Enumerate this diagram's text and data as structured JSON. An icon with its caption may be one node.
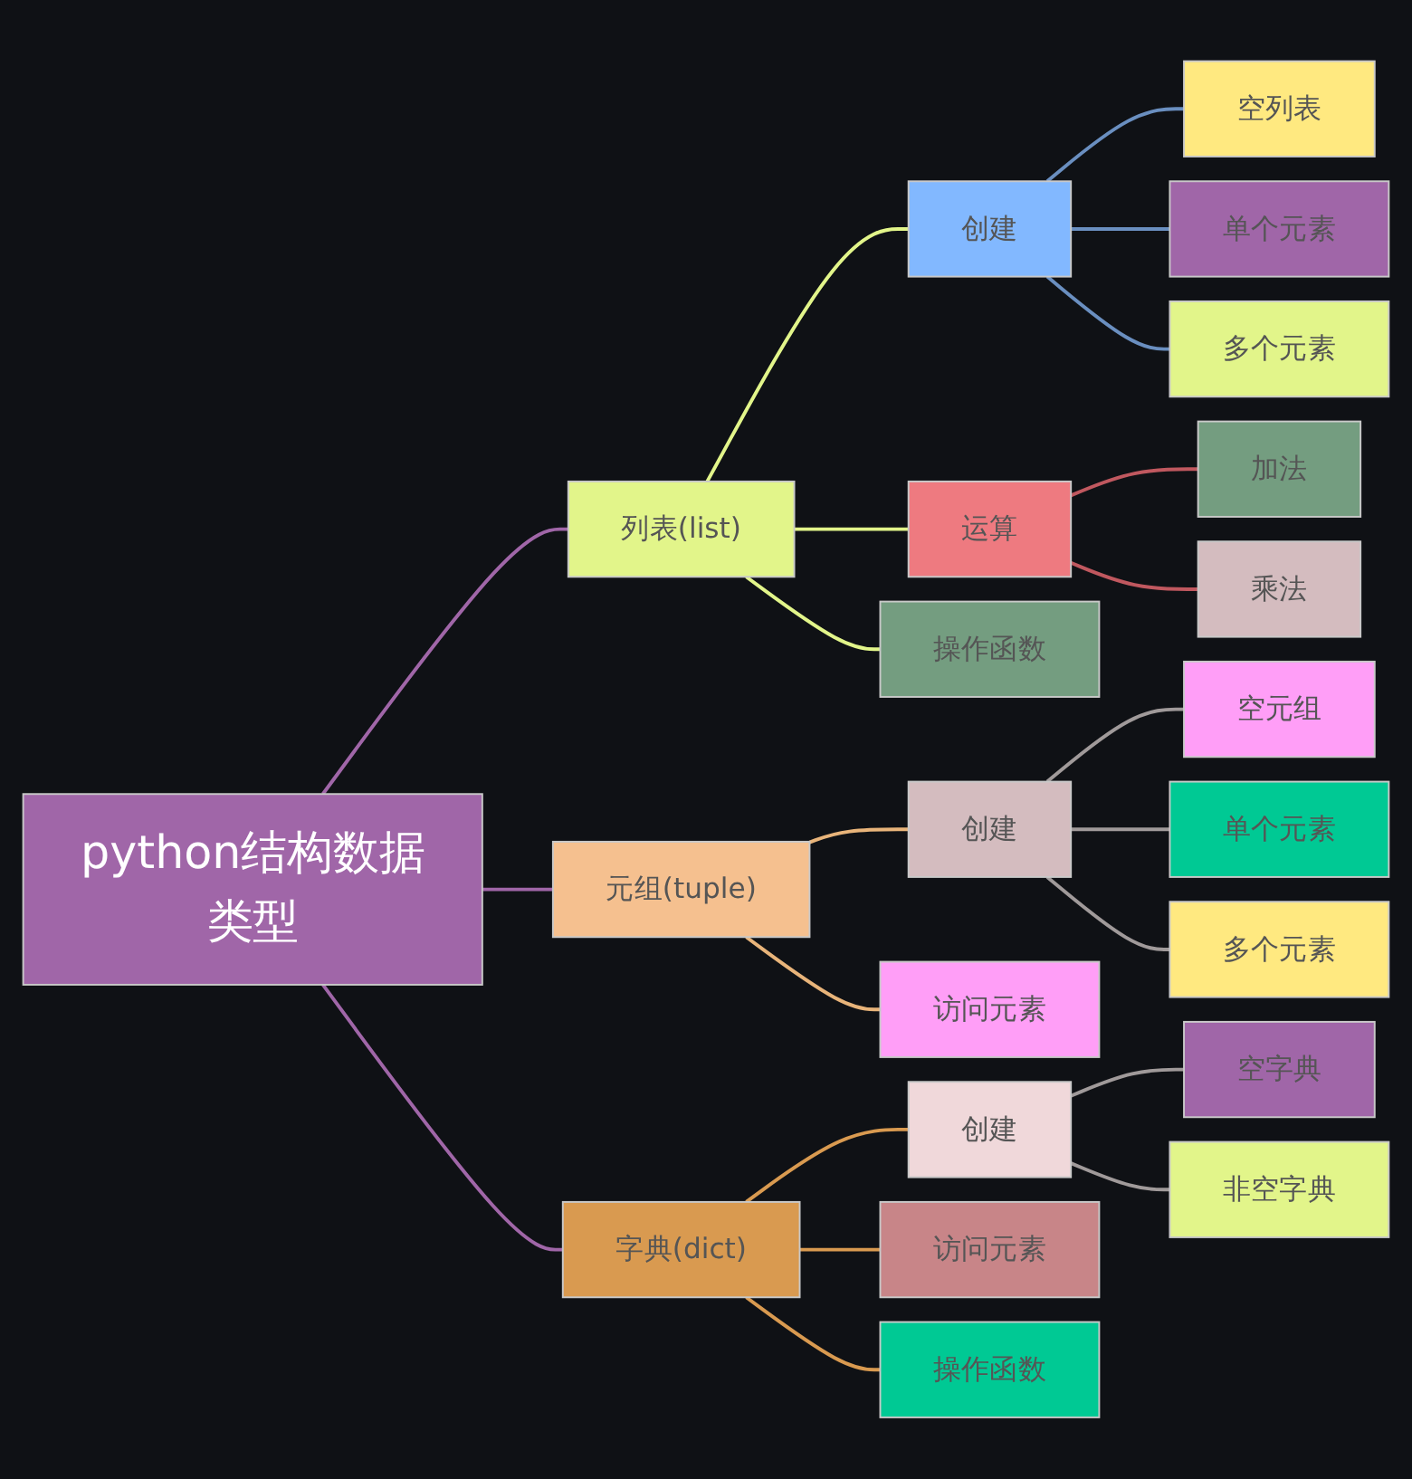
{
  "diagram": {
    "nodes": [
      {
        "text": [
          "python结构数据类型"
        ]
      },
      {
        "text": [
          "列表(list)"
        ]
      },
      {
        "text": [
          "创建"
        ]
      },
      {
        "text": [
          "空列表"
        ]
      },
      {
        "text": [
          "单个元素"
        ]
      },
      {
        "text": [
          "多个元素"
        ]
      },
      {
        "text": [
          "运算"
        ]
      },
      {
        "text": [
          "加法"
        ]
      },
      {
        "text": [
          "乘法"
        ]
      },
      {
        "text": [
          "操作函数"
        ]
      },
      {
        "text": [
          "元组(tuple)"
        ]
      },
      {
        "text": [
          "创建"
        ]
      },
      {
        "text": [
          "空元组"
        ]
      },
      {
        "text": [
          "单个元素"
        ]
      },
      {
        "text": [
          "多个元素"
        ]
      },
      {
        "text": [
          "访问元素"
        ]
      },
      {
        "text": [
          "字典(dict)"
        ]
      },
      {
        "text": [
          "创建"
        ]
      },
      {
        "text": [
          "空字典"
        ]
      },
      {
        "text": [
          "非空字典"
        ]
      },
      {
        "text": [
          "访问元素"
        ]
      },
      {
        "text": [
          "操作函数"
        ]
      }
    ],
    "edges": [
      {
        "from": 0,
        "to": 1,
        "arrow": "none",
        "color": "#a066a8"
      },
      {
        "from": 1,
        "to": 2,
        "arrow": "none",
        "color": "#e2f58a"
      },
      {
        "from": 2,
        "to": 3,
        "arrow": "none",
        "color": "#6a8fc0"
      },
      {
        "from": 2,
        "to": 4,
        "arrow": "none",
        "color": "#6a8fc0"
      },
      {
        "from": 2,
        "to": 5,
        "arrow": "none",
        "color": "#6a8fc0"
      },
      {
        "from": 1,
        "to": 6,
        "arrow": "none",
        "color": "#e2f58a"
      },
      {
        "from": 6,
        "to": 7,
        "arrow": "none",
        "color": "#c0585f"
      },
      {
        "from": 6,
        "to": 8,
        "arrow": "none",
        "color": "#c0585f"
      },
      {
        "from": 1,
        "to": 9,
        "arrow": "none",
        "color": "#e2f58a"
      },
      {
        "from": 0,
        "to": 10,
        "arrow": "none",
        "color": "#a066a8"
      },
      {
        "from": 10,
        "to": 11,
        "arrow": "none",
        "color": "#e8b47a"
      },
      {
        "from": 11,
        "to": 12,
        "arrow": "none",
        "color": "#a09a9a"
      },
      {
        "from": 11,
        "to": 13,
        "arrow": "none",
        "color": "#a09a9a"
      },
      {
        "from": 11,
        "to": 14,
        "arrow": "none",
        "color": "#a09a9a"
      },
      {
        "from": 10,
        "to": 15,
        "arrow": "none",
        "color": "#e8b47a"
      },
      {
        "from": 0,
        "to": 16,
        "arrow": "none",
        "color": "#a066a8"
      },
      {
        "from": 16,
        "to": 17,
        "arrow": "none",
        "color": "#d99a50"
      },
      {
        "from": 17,
        "to": 18,
        "arrow": "none",
        "color": "#a09a9a"
      },
      {
        "from": 17,
        "to": 19,
        "arrow": "none",
        "color": "#a09a9a"
      },
      {
        "from": 16,
        "to": 20,
        "arrow": "none",
        "color": "#d99a50"
      },
      {
        "from": 16,
        "to": 21,
        "arrow": "none",
        "color": "#d99a50"
      }
    ]
  }
}
